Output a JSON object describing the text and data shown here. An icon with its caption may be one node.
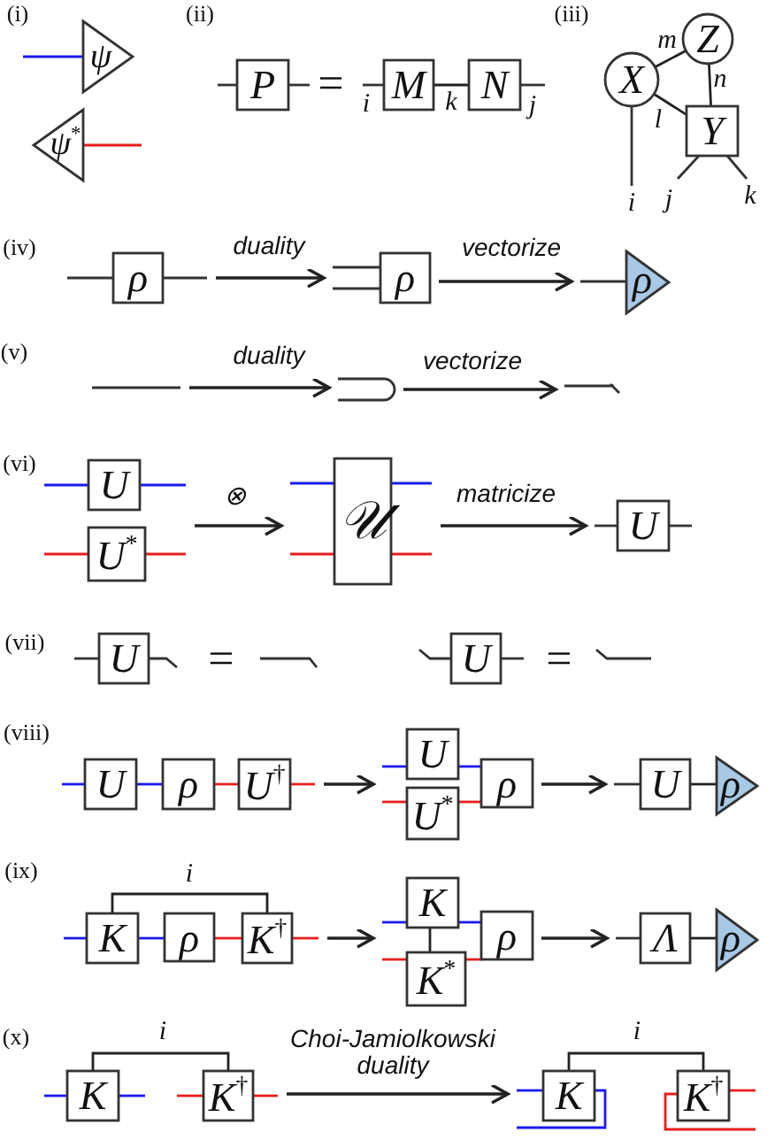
{
  "diagram": {
    "nodes": [
      {
        "text": [
          "ψ"
        ]
      },
      {
        "text": [
          "ψ$^{*}$"
        ]
      },
      {
        "text": [
          "P"
        ]
      },
      {
        "text": [
          "M"
        ]
      },
      {
        "text": [
          "N"
        ]
      },
      {
        "text": [
          "Z"
        ]
      },
      {
        "text": [
          "X"
        ]
      },
      {
        "text": [
          "Y"
        ]
      },
      {
        "text": [
          "ρ"
        ]
      },
      {
        "text": [
          "ρ"
        ]
      },
      {
        "text": [
          "ρ"
        ]
      },
      {
        "text": [],
        "shape": "line"
      },
      {
        "text": [],
        "shape": "loop"
      },
      {
        "text": [],
        "shape": "line"
      },
      {
        "text": [
          "U"
        ]
      },
      {
        "text": [
          "U$^{*}$"
        ]
      },
      {
        "text": [
          "𝒰"
        ]
      },
      {
        "text": [
          "U"
        ]
      },
      {
        "text": [
          "U"
        ]
      },
      {
        "text": [
          "U"
        ]
      },
      {
        "text": [
          "U"
        ]
      },
      {
        "text": [
          "ρ"
        ]
      },
      {
        "text": [
          "U$^{†}$"
        ]
      },
      {
        "text": [
          "U"
        ]
      },
      {
        "text": [
          "U$^{*}$"
        ]
      },
      {
        "text": [
          "ρ"
        ]
      },
      {
        "text": [
          "U"
        ]
      },
      {
        "text": [
          "ρ"
        ]
      },
      {
        "text": [
          "K"
        ]
      },
      {
        "text": [
          "ρ"
        ]
      },
      {
        "text": [
          "K$^{†}$"
        ]
      },
      {
        "text": [
          "K"
        ]
      },
      {
        "text": [
          "K$^{*}$"
        ]
      },
      {
        "text": [
          "ρ"
        ]
      },
      {
        "text": [
          "Λ"
        ]
      },
      {
        "text": [
          "ρ"
        ]
      },
      {
        "text": [
          "K"
        ]
      },
      {
        "text": [
          "K$^{†}$"
        ]
      },
      {
        "text": [
          "K"
        ]
      },
      {
        "text": [
          "K$^{†}$"
        ]
      }
    ],
    "edges": [
      {
        "from": 3,
        "to": 4,
        "arrow": "none",
        "label": "k"
      },
      {
        "from": 6,
        "to": 5,
        "arrow": "none",
        "label": "m"
      },
      {
        "from": 5,
        "to": 7,
        "arrow": "none",
        "label": "n"
      },
      {
        "from": 6,
        "to": 7,
        "arrow": "none",
        "label": "l"
      },
      {
        "from": 8,
        "to": 9,
        "arrow": "to",
        "label": "duality"
      },
      {
        "from": 9,
        "to": 10,
        "arrow": "to",
        "label": "vectorize"
      },
      {
        "from": 11,
        "to": 12,
        "arrow": "to",
        "label": "duality"
      },
      {
        "from": 12,
        "to": 13,
        "arrow": "to",
        "label": "vectorize"
      },
      {
        "from": 15,
        "to": 16,
        "arrow": "to",
        "label": "⊗"
      },
      {
        "from": 16,
        "to": 17,
        "arrow": "to",
        "label": "matricize"
      },
      {
        "from": 20,
        "to": 21,
        "arrow": "none",
        "color": "#1a1aee"
      },
      {
        "from": 21,
        "to": 22,
        "arrow": "none",
        "color": "#e81e1e"
      },
      {
        "from": 22,
        "to": 24,
        "arrow": "to"
      },
      {
        "from": 23,
        "to": 25,
        "arrow": "none",
        "color": "#1a1aee"
      },
      {
        "from": 24,
        "to": 25,
        "arrow": "none",
        "color": "#e81e1e"
      },
      {
        "from": 25,
        "to": 26,
        "arrow": "to"
      },
      {
        "from": 26,
        "to": 27,
        "arrow": "none"
      },
      {
        "from": 28,
        "to": 29,
        "arrow": "none",
        "color": "#1a1aee"
      },
      {
        "from": 29,
        "to": 30,
        "arrow": "none",
        "color": "#e81e1e"
      },
      {
        "from": 28,
        "to": 30,
        "arrow": "none",
        "label": "i"
      },
      {
        "from": 30,
        "to": 31,
        "arrow": "to"
      },
      {
        "from": 31,
        "to": 32,
        "arrow": "none"
      },
      {
        "from": 31,
        "to": 33,
        "arrow": "none",
        "color": "#1a1aee"
      },
      {
        "from": 32,
        "to": 33,
        "arrow": "none",
        "color": "#e81e1e"
      },
      {
        "from": 33,
        "to": 34,
        "arrow": "to"
      },
      {
        "from": 34,
        "to": 35,
        "arrow": "none"
      },
      {
        "from": 36,
        "to": 37,
        "arrow": "none",
        "label": "i"
      },
      {
        "from": 37,
        "to": 38,
        "arrow": "to",
        "label": "Choi-Jamiolkowski duality"
      },
      {
        "from": 38,
        "to": 39,
        "arrow": "none",
        "label": "i"
      }
    ],
    "labels": [
      "(i)",
      "(ii)",
      "(iii)",
      "=",
      "i",
      "j",
      "i",
      "j",
      "k",
      "(iv)",
      "(v)",
      "(vi)",
      "(vii)",
      "=",
      "=",
      "(viii)",
      "(ix)",
      "(x)"
    ]
  }
}
